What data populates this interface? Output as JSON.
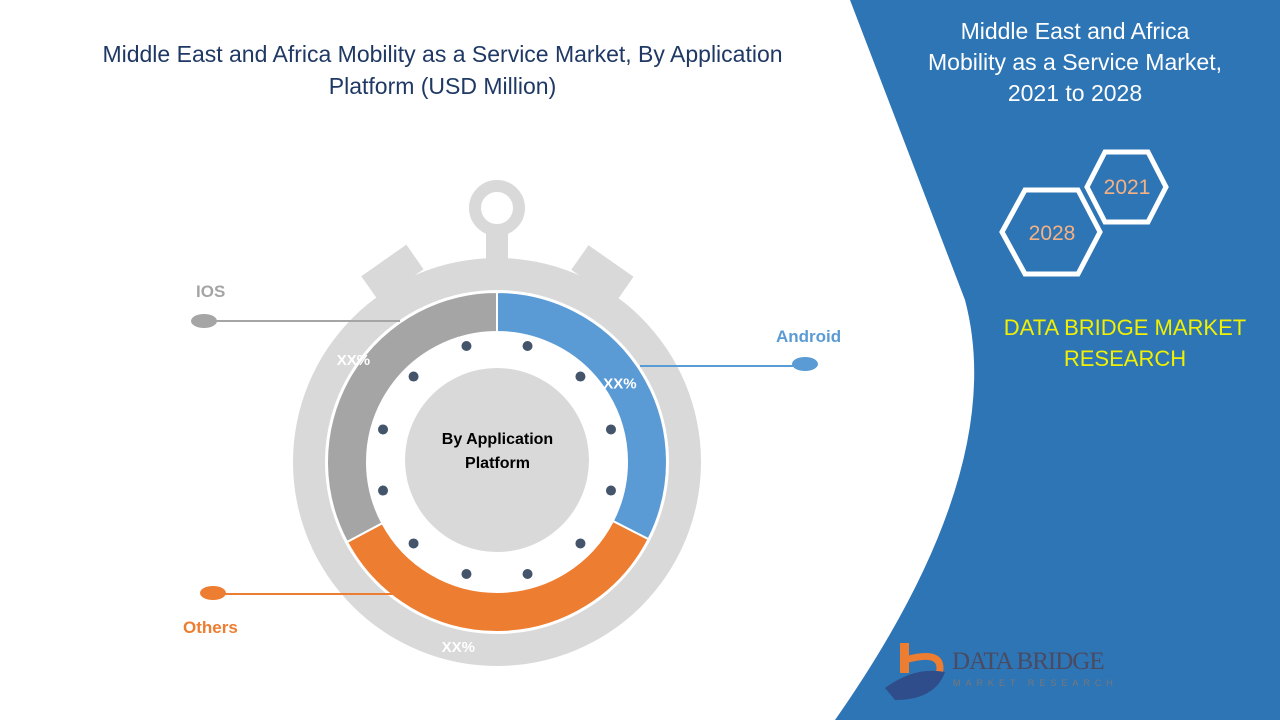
{
  "title": "Middle East and Africa Mobility as a Service Market, By Application Platform (USD Million)",
  "side_panel": {
    "title_lines": [
      "Middle East and Africa",
      "Mobility as a Service Market,",
      "2021 to 2028"
    ],
    "year_start": "2021",
    "year_end": "2028",
    "brand_lines": [
      "DATA BRIDGE MARKET",
      "RESEARCH"
    ],
    "logo_text": "DATA BRIDGE",
    "logo_subtext": "MARKET RESEARCH"
  },
  "colors": {
    "panel": "#2e75b6",
    "android": "#5b9bd5",
    "others": "#ed7d31",
    "ios": "#a5a5a5",
    "brand_text": "#f0f000",
    "title": "#1f3864"
  },
  "chart_data": {
    "type": "pie",
    "style": "donut",
    "center_label": "By Application Platform",
    "categories": [
      "Android",
      "Others",
      "IOS"
    ],
    "values": [
      32.5,
      34.7,
      32.8
    ],
    "data_labels": [
      "XX%",
      "XX%",
      "XX%"
    ],
    "colors": [
      "#5b9bd5",
      "#ed7d31",
      "#a5a5a5"
    ]
  }
}
